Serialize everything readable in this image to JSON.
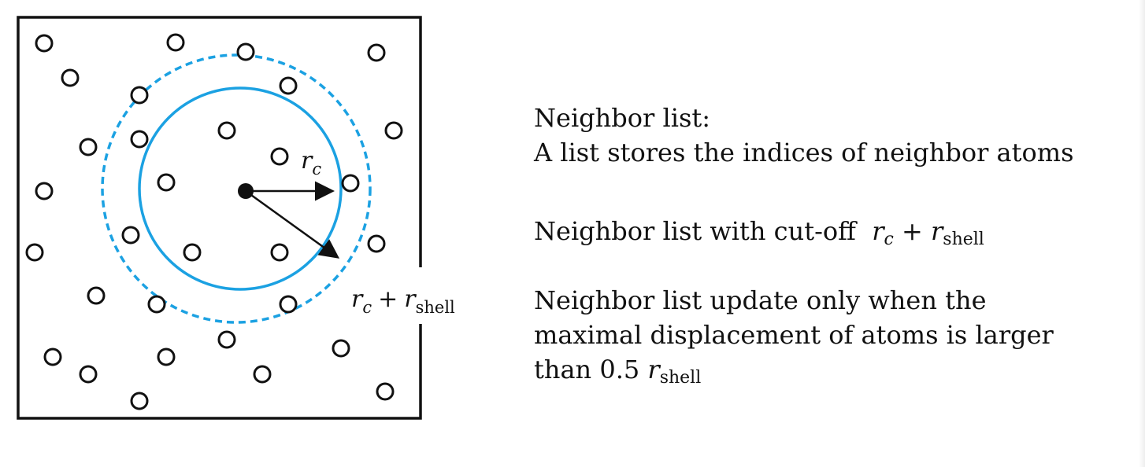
{
  "diagram": {
    "label_rc": "r",
    "label_rc_sub": "c",
    "label_shell_r1": "r",
    "label_shell_sub1": "c",
    "label_shell_plus": "+",
    "label_shell_r2": "r",
    "label_shell_sub2": "shell",
    "colors": {
      "circle": "#1ba1e2",
      "box": "#111111",
      "atom": "#111111"
    }
  },
  "text": {
    "heading": "Neighbor list:",
    "desc": "A list stores the indices of neighbor atoms",
    "cutoff_prefix": "Neighbor list with cut-off",
    "cutoff_r1": "r",
    "cutoff_sub1": "c",
    "cutoff_plus": "+",
    "cutoff_r2": "r",
    "cutoff_sub2": "shell",
    "update_line1": "Neighbor list update only when the",
    "update_line2": "maximal displacement of atoms is larger",
    "update_prefix": "than",
    "update_value": "0.5",
    "update_r": "r",
    "update_sub": "shell"
  }
}
